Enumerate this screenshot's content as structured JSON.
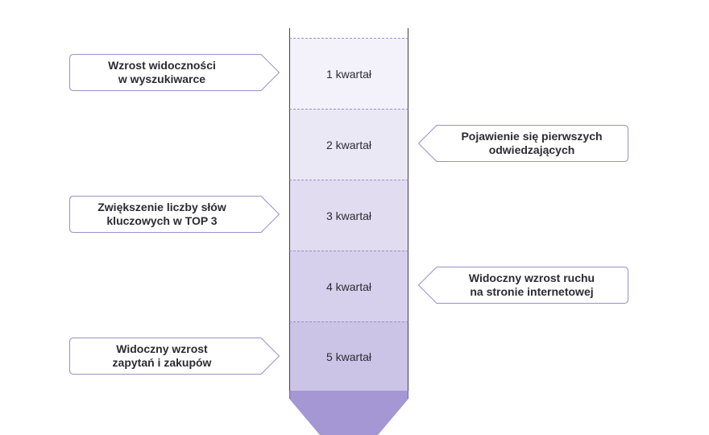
{
  "quarters": [
    {
      "label": "1 kwartał",
      "fill": "#f3f1fa"
    },
    {
      "label": "2 kwartał",
      "fill": "#ebe8f6"
    },
    {
      "label": "3 kwartał",
      "fill": "#e2dcf1"
    },
    {
      "label": "4 kwartał",
      "fill": "#d7d0ec"
    },
    {
      "label": "5 kwartał",
      "fill": "#ccc4e7"
    }
  ],
  "tip_fill": "#a597d3",
  "accent": "#9a8fd0",
  "callouts_left": [
    {
      "line1": "Wzrost widoczności",
      "line2": "w wyszukiwarce"
    },
    {
      "line1": "Zwiększenie liczby słów",
      "line2": "kluczowych w TOP 3"
    },
    {
      "line1": "Widoczny wzrost",
      "line2": "zapytań i zakupów"
    }
  ],
  "callouts_right": [
    {
      "line1": "Pojawienie się pierwszych",
      "line2": "odwiedzających"
    },
    {
      "line1": "Widoczny wzrost ruchu",
      "line2": "na stronie internetowej"
    }
  ]
}
